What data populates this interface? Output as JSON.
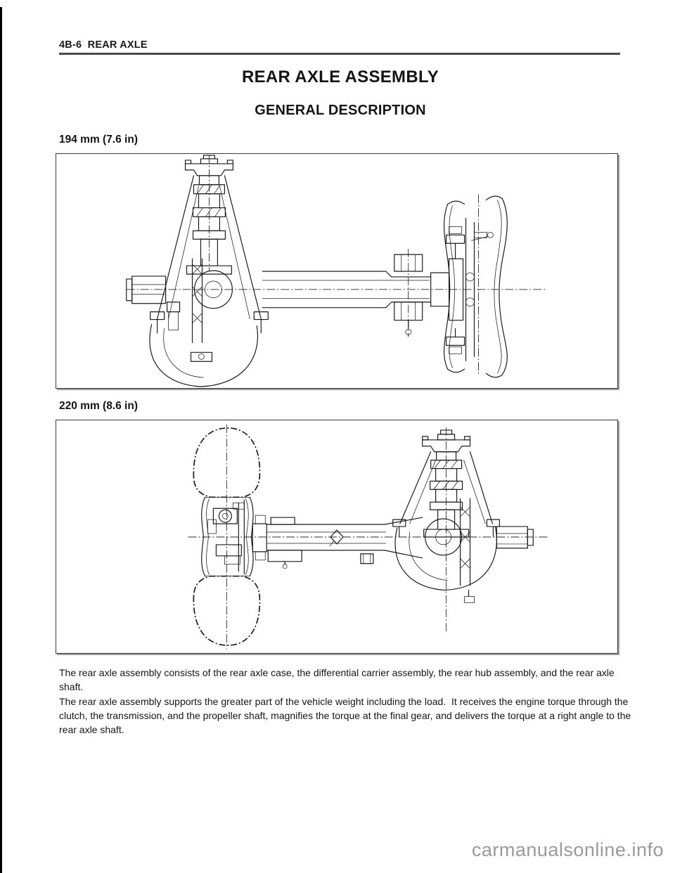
{
  "page": {
    "header": "4B-6  REAR AXLE",
    "title": "REAR AXLE ASSEMBLY",
    "subtitle": "GENERAL DESCRIPTION"
  },
  "figures": [
    {
      "label": "194 mm (7.6 in)",
      "drawing": "rear-axle-cross-section-differential-left-wheel-right"
    },
    {
      "label": "220 mm (8.6 in)",
      "drawing": "rear-axle-cross-section-wheel-left-differential-right"
    }
  ],
  "body": {
    "paragraph_1": "The rear axle assembly consists of the rear axle case, the differential carrier assembly, the rear hub assembly, and the rear axle shaft.",
    "paragraph_2": "The rear axle assembly supports the greater part of the vehicle weight including the load.  It receives the engine torque through the clutch, the transmission, and the propeller shaft, magnifies the torque at the final gear, and delivers the torque at a right angle to the rear axle shaft."
  },
  "watermark": "carmanualsonline.info",
  "colors": {
    "ink": "#1c1c1c",
    "rule": "#4a4a4a",
    "watermark": "#9a9a9a"
  }
}
